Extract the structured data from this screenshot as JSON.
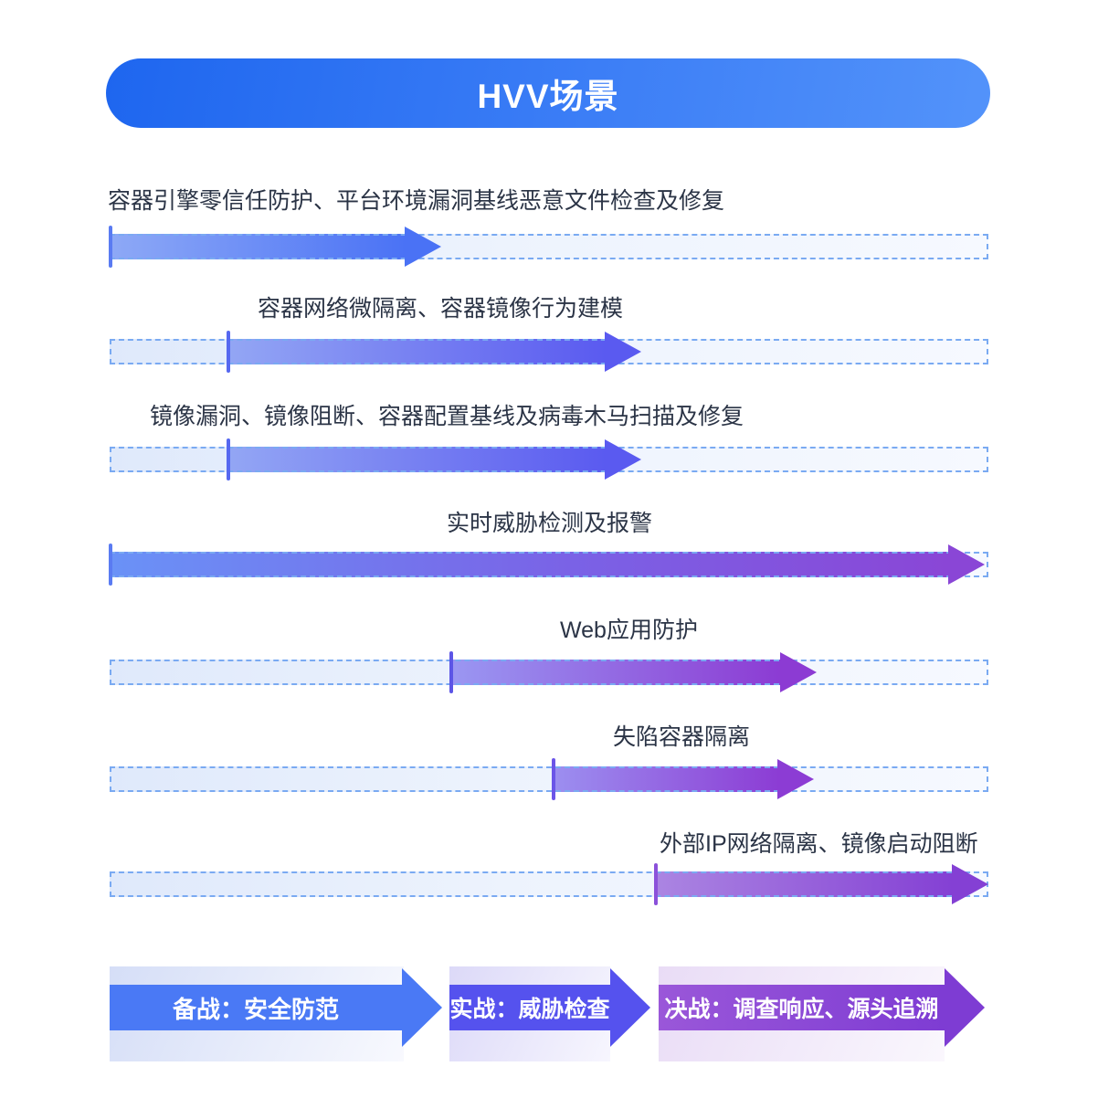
{
  "header": {
    "title": "HVV场景"
  },
  "rows": [
    {
      "label": "容器引擎零信任防护、平台环境漏洞基线恶意文件检查及修复",
      "start_frac": 0.0,
      "end_frac": 0.38
    },
    {
      "label": "容器网络微隔离、容器镜像行为建模",
      "start_frac": 0.14,
      "end_frac": 0.61
    },
    {
      "label": "镜像漏洞、镜像阻断、容器配置基线及病毒木马扫描及修复",
      "start_frac": 0.14,
      "end_frac": 0.61
    },
    {
      "label": "实时威胁检测及报警",
      "start_frac": 0.0,
      "end_frac": 1.0
    },
    {
      "label": "Web应用防护",
      "start_frac": 0.39,
      "end_frac": 0.8
    },
    {
      "label": "失陷容器隔离",
      "start_frac": 0.5,
      "end_frac": 0.8
    },
    {
      "label": "外部IP网络隔离、镜像启动阻断",
      "start_frac": 0.62,
      "end_frac": 1.0
    }
  ],
  "phases": [
    {
      "label": "备战：安全防范"
    },
    {
      "label": "实战：威胁检查"
    },
    {
      "label": "决战：调查响应、源头追溯"
    }
  ],
  "colors": {
    "header_gradient_start": "#1e66ef",
    "header_gradient_end": "#5393fa",
    "label_text": "#2b3446",
    "track_fill": "#e7effc",
    "track_dash": "#7aaaf2",
    "arrow_blue": "#4a72f5",
    "arrow_indigo": "#5a5af0",
    "arrow_purple": "#8c3bd3",
    "phase1_fill": "#4a79f5",
    "phase2_fill": "#5552ee",
    "phase3_fill": "#8446d6"
  }
}
